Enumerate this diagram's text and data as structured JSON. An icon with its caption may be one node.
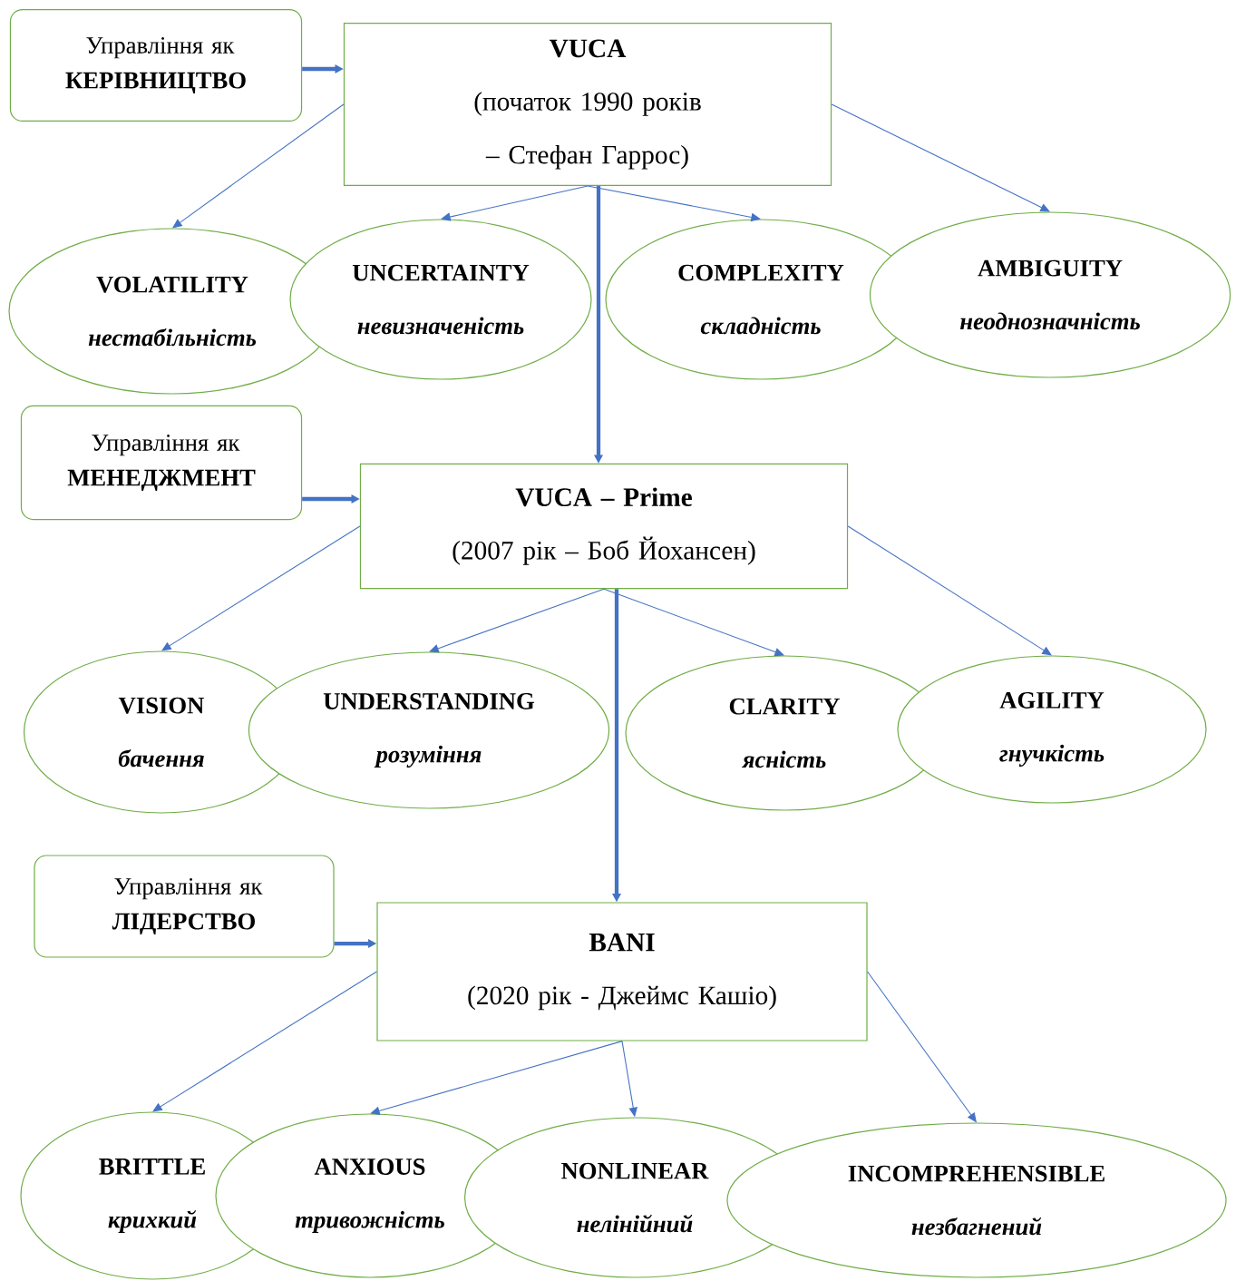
{
  "diagram": {
    "nodes": [
      {
        "text": [
          "Управління як **КЕРІВНИЦТВО**"
        ]
      },
      {
        "text": [
          "VUCA",
          "(початок 1990 років – Стефан Гаррос)"
        ]
      },
      {
        "text": [
          "VOLATILITY",
          "нестабільність"
        ]
      },
      {
        "text": [
          "UNCERTAINTY",
          "невизначеність"
        ]
      },
      {
        "text": [
          "COMPLEXITY",
          "складність"
        ]
      },
      {
        "text": [
          "AMBIGUITY",
          "неоднозначність"
        ]
      },
      {
        "text": [
          "Управління як **МЕНЕДЖМЕНТ**"
        ]
      },
      {
        "text": [
          "VUCA – Prime",
          "(2007 рік – Боб Йохансен)"
        ]
      },
      {
        "text": [
          "VISION",
          "бачення"
        ]
      },
      {
        "text": [
          "UNDERSTANDING",
          "розуміння"
        ]
      },
      {
        "text": [
          "CLARITY",
          "ясність"
        ]
      },
      {
        "text": [
          "AGILITY",
          "гнучкість"
        ]
      },
      {
        "text": [
          "Управління як **ЛІДЕРСТВО**"
        ]
      },
      {
        "text": [
          "BANI",
          "(2020 рік - Джеймс Кашіо)"
        ]
      },
      {
        "text": [
          "BRITTLE",
          "крихкий"
        ]
      },
      {
        "text": [
          "ANXIOUS",
          "тривожність"
        ]
      },
      {
        "text": [
          "NONLINEAR",
          "нелінійний"
        ]
      },
      {
        "text": [
          "INCOMPREHENSIBLE",
          "незбагнений"
        ]
      }
    ],
    "edges": [
      {
        "from": 0,
        "to": 1,
        "arrow": "to",
        "style": "thick"
      },
      {
        "from": 1,
        "to": 2,
        "arrow": "to"
      },
      {
        "from": 1,
        "to": 3,
        "arrow": "to"
      },
      {
        "from": 1,
        "to": 4,
        "arrow": "to"
      },
      {
        "from": 1,
        "to": 5,
        "arrow": "to"
      },
      {
        "from": 1,
        "to": 7,
        "arrow": "to",
        "style": "thick"
      },
      {
        "from": 6,
        "to": 7,
        "arrow": "to",
        "style": "thick"
      },
      {
        "from": 7,
        "to": 8,
        "arrow": "to"
      },
      {
        "from": 7,
        "to": 9,
        "arrow": "to"
      },
      {
        "from": 7,
        "to": 10,
        "arrow": "to"
      },
      {
        "from": 7,
        "to": 11,
        "arrow": "to"
      },
      {
        "from": 7,
        "to": 13,
        "arrow": "to",
        "style": "thick"
      },
      {
        "from": 12,
        "to": 13,
        "arrow": "to",
        "style": "thick"
      },
      {
        "from": 13,
        "to": 14,
        "arrow": "to"
      },
      {
        "from": 13,
        "to": 15,
        "arrow": "to"
      },
      {
        "from": 13,
        "to": 16,
        "arrow": "to"
      },
      {
        "from": 13,
        "to": 17,
        "arrow": "to"
      }
    ]
  }
}
